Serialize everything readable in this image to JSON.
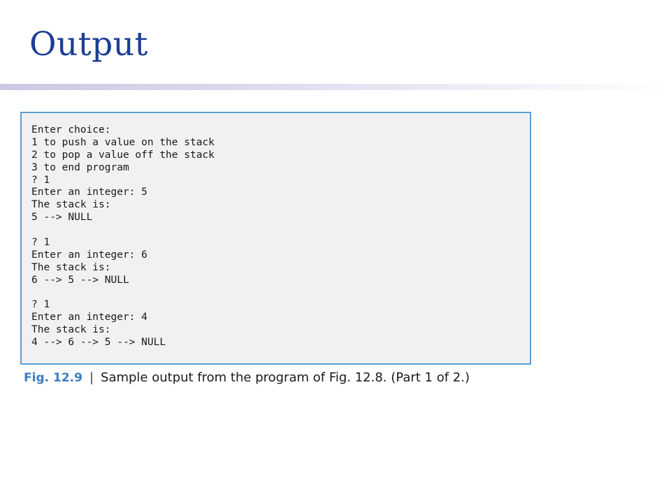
{
  "slide": {
    "title": "Output"
  },
  "output": {
    "lines": [
      "Enter choice:",
      "1 to push a value on the stack",
      "2 to pop a value off the stack",
      "3 to end program",
      "? 1",
      "Enter an integer: 5",
      "The stack is:",
      "5 --> NULL",
      "",
      "? 1",
      "Enter an integer: 6",
      "The stack is:",
      "6 --> 5 --> NULL",
      "",
      "? 1",
      "Enter an integer: 4",
      "The stack is:",
      "4 --> 6 --> 5 --> NULL"
    ]
  },
  "caption": {
    "label": "Fig. 12.9",
    "separator": "|",
    "text": "Sample output from the program of Fig. 12.8. (Part 1 of 2.)"
  },
  "colors": {
    "title": "#1c3f94",
    "box_border": "#5a9ed6",
    "box_background": "#f1f1f3",
    "caption_label": "#3b7cc4"
  }
}
